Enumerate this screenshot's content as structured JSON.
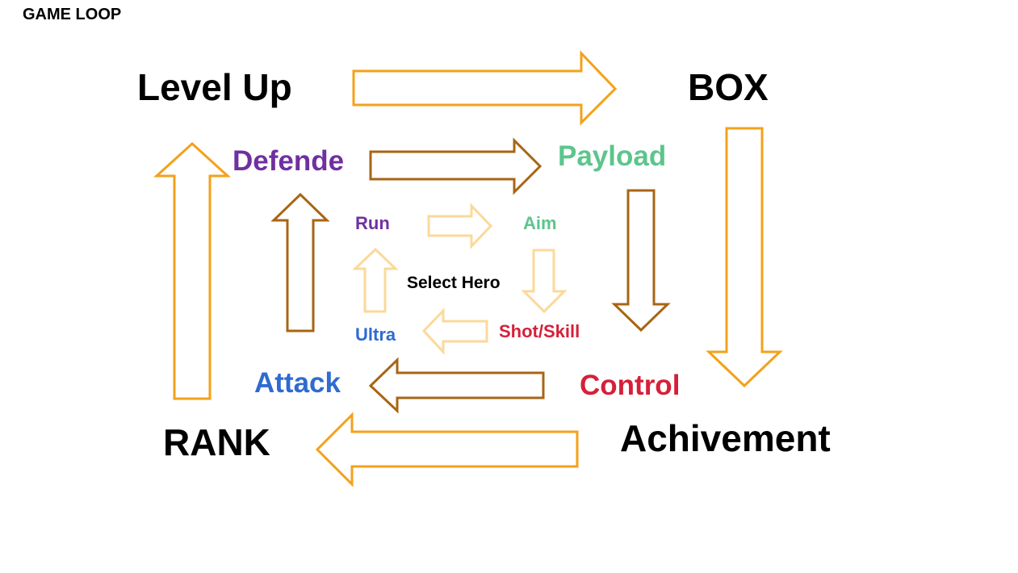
{
  "title": "GAME LOOP",
  "outer": {
    "level_up": "Level Up",
    "box": "BOX",
    "achivement": "Achivement",
    "rank": "RANK",
    "arrow_color": "#f4a11a"
  },
  "middle": {
    "defende": "Defende",
    "payload": "Payload",
    "control": "Control",
    "attack": "Attack",
    "arrow_color": "#a86514"
  },
  "inner": {
    "run": "Run",
    "aim": "Aim",
    "shot_skill": "Shot/Skill",
    "ultra": "Ultra",
    "arrow_color": "#fbd99a"
  },
  "center": {
    "select_hero": "Select Hero"
  },
  "colors": {
    "purple": "#7030a0",
    "green": "#5cc58c",
    "red": "#d5203a",
    "blue": "#2f6bd0",
    "black": "#000000"
  }
}
